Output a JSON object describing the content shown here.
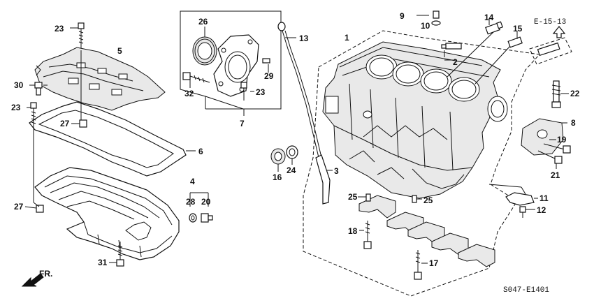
{
  "diagram_code": "S047-E1401",
  "reference": "E-15-13",
  "front_label": "FR.",
  "callouts": {
    "c1": "1",
    "c2": "2",
    "c3": "3",
    "c4": "4",
    "c5": "5",
    "c6": "6",
    "c7": "7",
    "c8": "8",
    "c9": "9",
    "c10": "10",
    "c11": "11",
    "c12": "12",
    "c13": "13",
    "c14": "14",
    "c15": "15",
    "c16": "16",
    "c17": "17",
    "c18": "18",
    "c19": "19",
    "c20": "20",
    "c21": "21",
    "c22": "22",
    "c23a": "23",
    "c23b": "23",
    "c23c": "23",
    "c24": "24",
    "c25a": "25",
    "c25b": "25",
    "c26": "26",
    "c27a": "27",
    "c27b": "27",
    "c28": "28",
    "c29": "29",
    "c30": "30",
    "c31": "31",
    "c32": "32"
  }
}
